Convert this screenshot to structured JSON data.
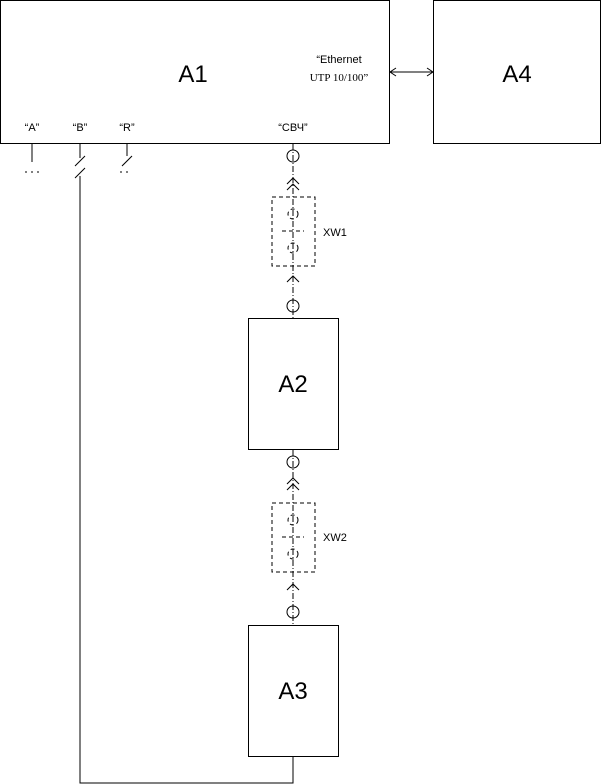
{
  "blocks": {
    "a1": "A1",
    "a2": "A2",
    "a3": "A3",
    "a4": "A4"
  },
  "a1_ports": {
    "port_a": "“A”",
    "port_b": "“B”",
    "port_r": "“R”",
    "port_svch": "“СВЧ”",
    "ethernet_line1": "“Ethernet",
    "ethernet_line2": "UTP 10/100”"
  },
  "connectors": {
    "xw1": "XW1",
    "xw2": "XW2"
  }
}
